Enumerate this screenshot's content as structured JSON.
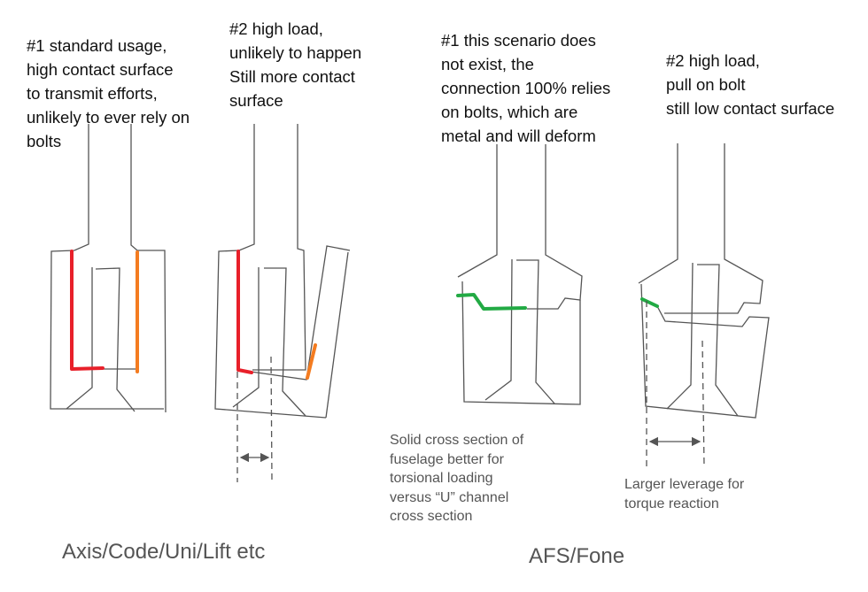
{
  "notes": {
    "left_1": [
      "#1 standard usage,",
      "high contact surface",
      "to transmit efforts,",
      "unlikely to ever rely on",
      "bolts"
    ],
    "left_2": [
      "#2 high load,",
      "unlikely to happen",
      "Still more contact",
      "surface"
    ],
    "right_1": [
      "#1 this scenario does",
      "not exist, the",
      "connection 100% relies",
      "on bolts, which are",
      "metal and will deform"
    ],
    "right_2": [
      "#2 high load,",
      "pull on bolt",
      "still low contact surface"
    ]
  },
  "captions": {
    "solid_section": [
      "Solid cross section of",
      "fuselage better for",
      "torsional loading",
      "versus “U” channel",
      "cross section"
    ],
    "leverage": [
      "Larger leverage for",
      "torque reaction"
    ]
  },
  "group_labels": {
    "left": "Axis/Code/Uni/Lift etc",
    "right": "AFS/Fone"
  },
  "colors": {
    "contact_primary": "#e8202a",
    "contact_secondary": "#f47c20",
    "bolt_contact": "#22aa44",
    "line": "#555555"
  }
}
